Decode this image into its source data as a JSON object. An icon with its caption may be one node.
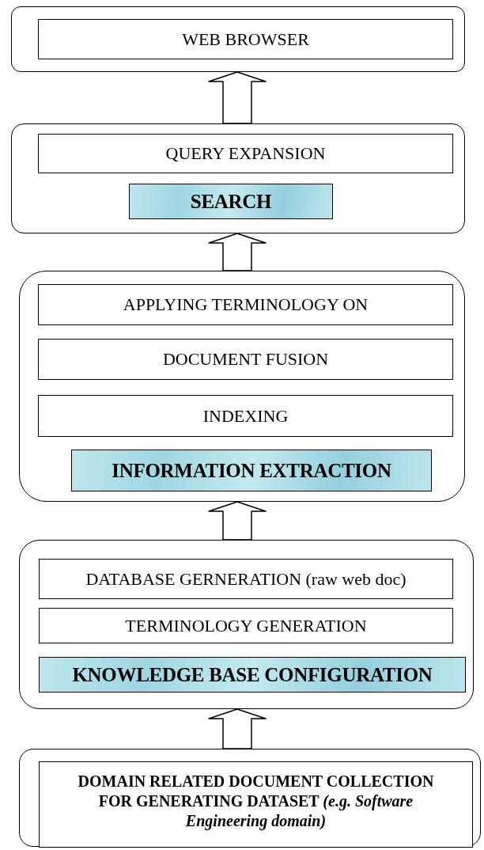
{
  "diagram": {
    "nodes": [
      {
        "text": [],
        "shape": "box"
      },
      {
        "text": [
          "WEB BROWSER"
        ],
        "in": 0
      },
      {
        "text": [],
        "shape": "box"
      },
      {
        "text": [
          "QUERY EXPANSION"
        ],
        "in": 2
      },
      {
        "text": [
          "SEARCH"
        ],
        "in": 2
      },
      {
        "text": [],
        "shape": "box"
      },
      {
        "text": [
          "APPLYING TERMINOLOGY ON"
        ],
        "in": 5
      },
      {
        "text": [
          "DOCUMENT FUSION"
        ],
        "in": 5
      },
      {
        "text": [
          "INDEXING"
        ],
        "in": 5
      },
      {
        "text": [
          "INFORMATION EXTRACTION"
        ],
        "in": 5
      },
      {
        "text": [],
        "shape": "box"
      },
      {
        "text": [
          "DATABASE GERNERATION (raw web doc)"
        ],
        "in": 10
      },
      {
        "text": [
          "TERMINOLOGY GENERATION"
        ],
        "in": 10
      },
      {
        "text": [
          "KNOWLEDGE BASE CONFIGURATION"
        ],
        "in": 10
      },
      {
        "text": [],
        "shape": "box"
      },
      {
        "text": [
          "DOMAIN RELATED DOCUMENT COLLECTION FOR GENERATING DATASET *(e.g. Software Engineering domain)*"
        ],
        "in": 14
      }
    ],
    "edges": [
      {
        "from": 2,
        "to": 0,
        "arrow": "to"
      },
      {
        "from": 5,
        "to": 2,
        "arrow": "to"
      },
      {
        "from": 10,
        "to": 5,
        "arrow": "to"
      },
      {
        "from": 14,
        "to": 10,
        "arrow": "to"
      }
    ]
  }
}
